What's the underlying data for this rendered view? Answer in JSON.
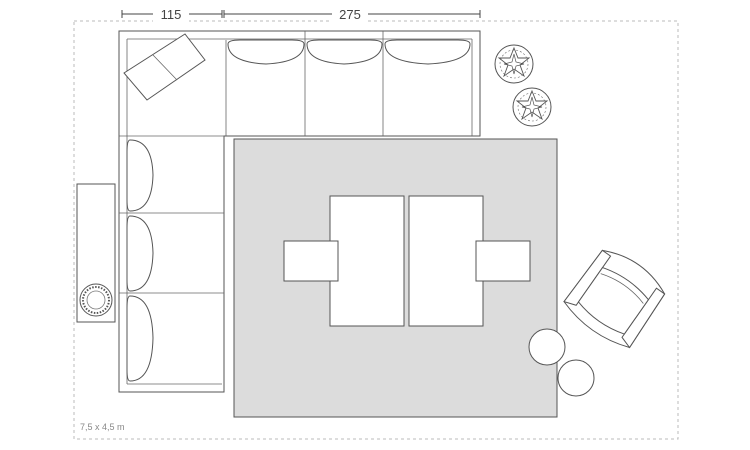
{
  "dimensions": {
    "chaise_width": "115",
    "sofa_width": "275"
  },
  "room": {
    "size_label": "7,5 x 4,5 m"
  },
  "colors": {
    "rug_fill": "#dcdcdc",
    "line": "#555555",
    "room_border": "#bbbbbb",
    "background": "#ffffff"
  },
  "furniture": [
    "sectional-sofa",
    "rug",
    "coffee-table-left",
    "coffee-table-right",
    "side-table-left",
    "side-table-right",
    "armchair",
    "round-stool-upper",
    "round-stool-lower",
    "plant-upper",
    "plant-lower",
    "console-table",
    "decorative-bowl"
  ]
}
